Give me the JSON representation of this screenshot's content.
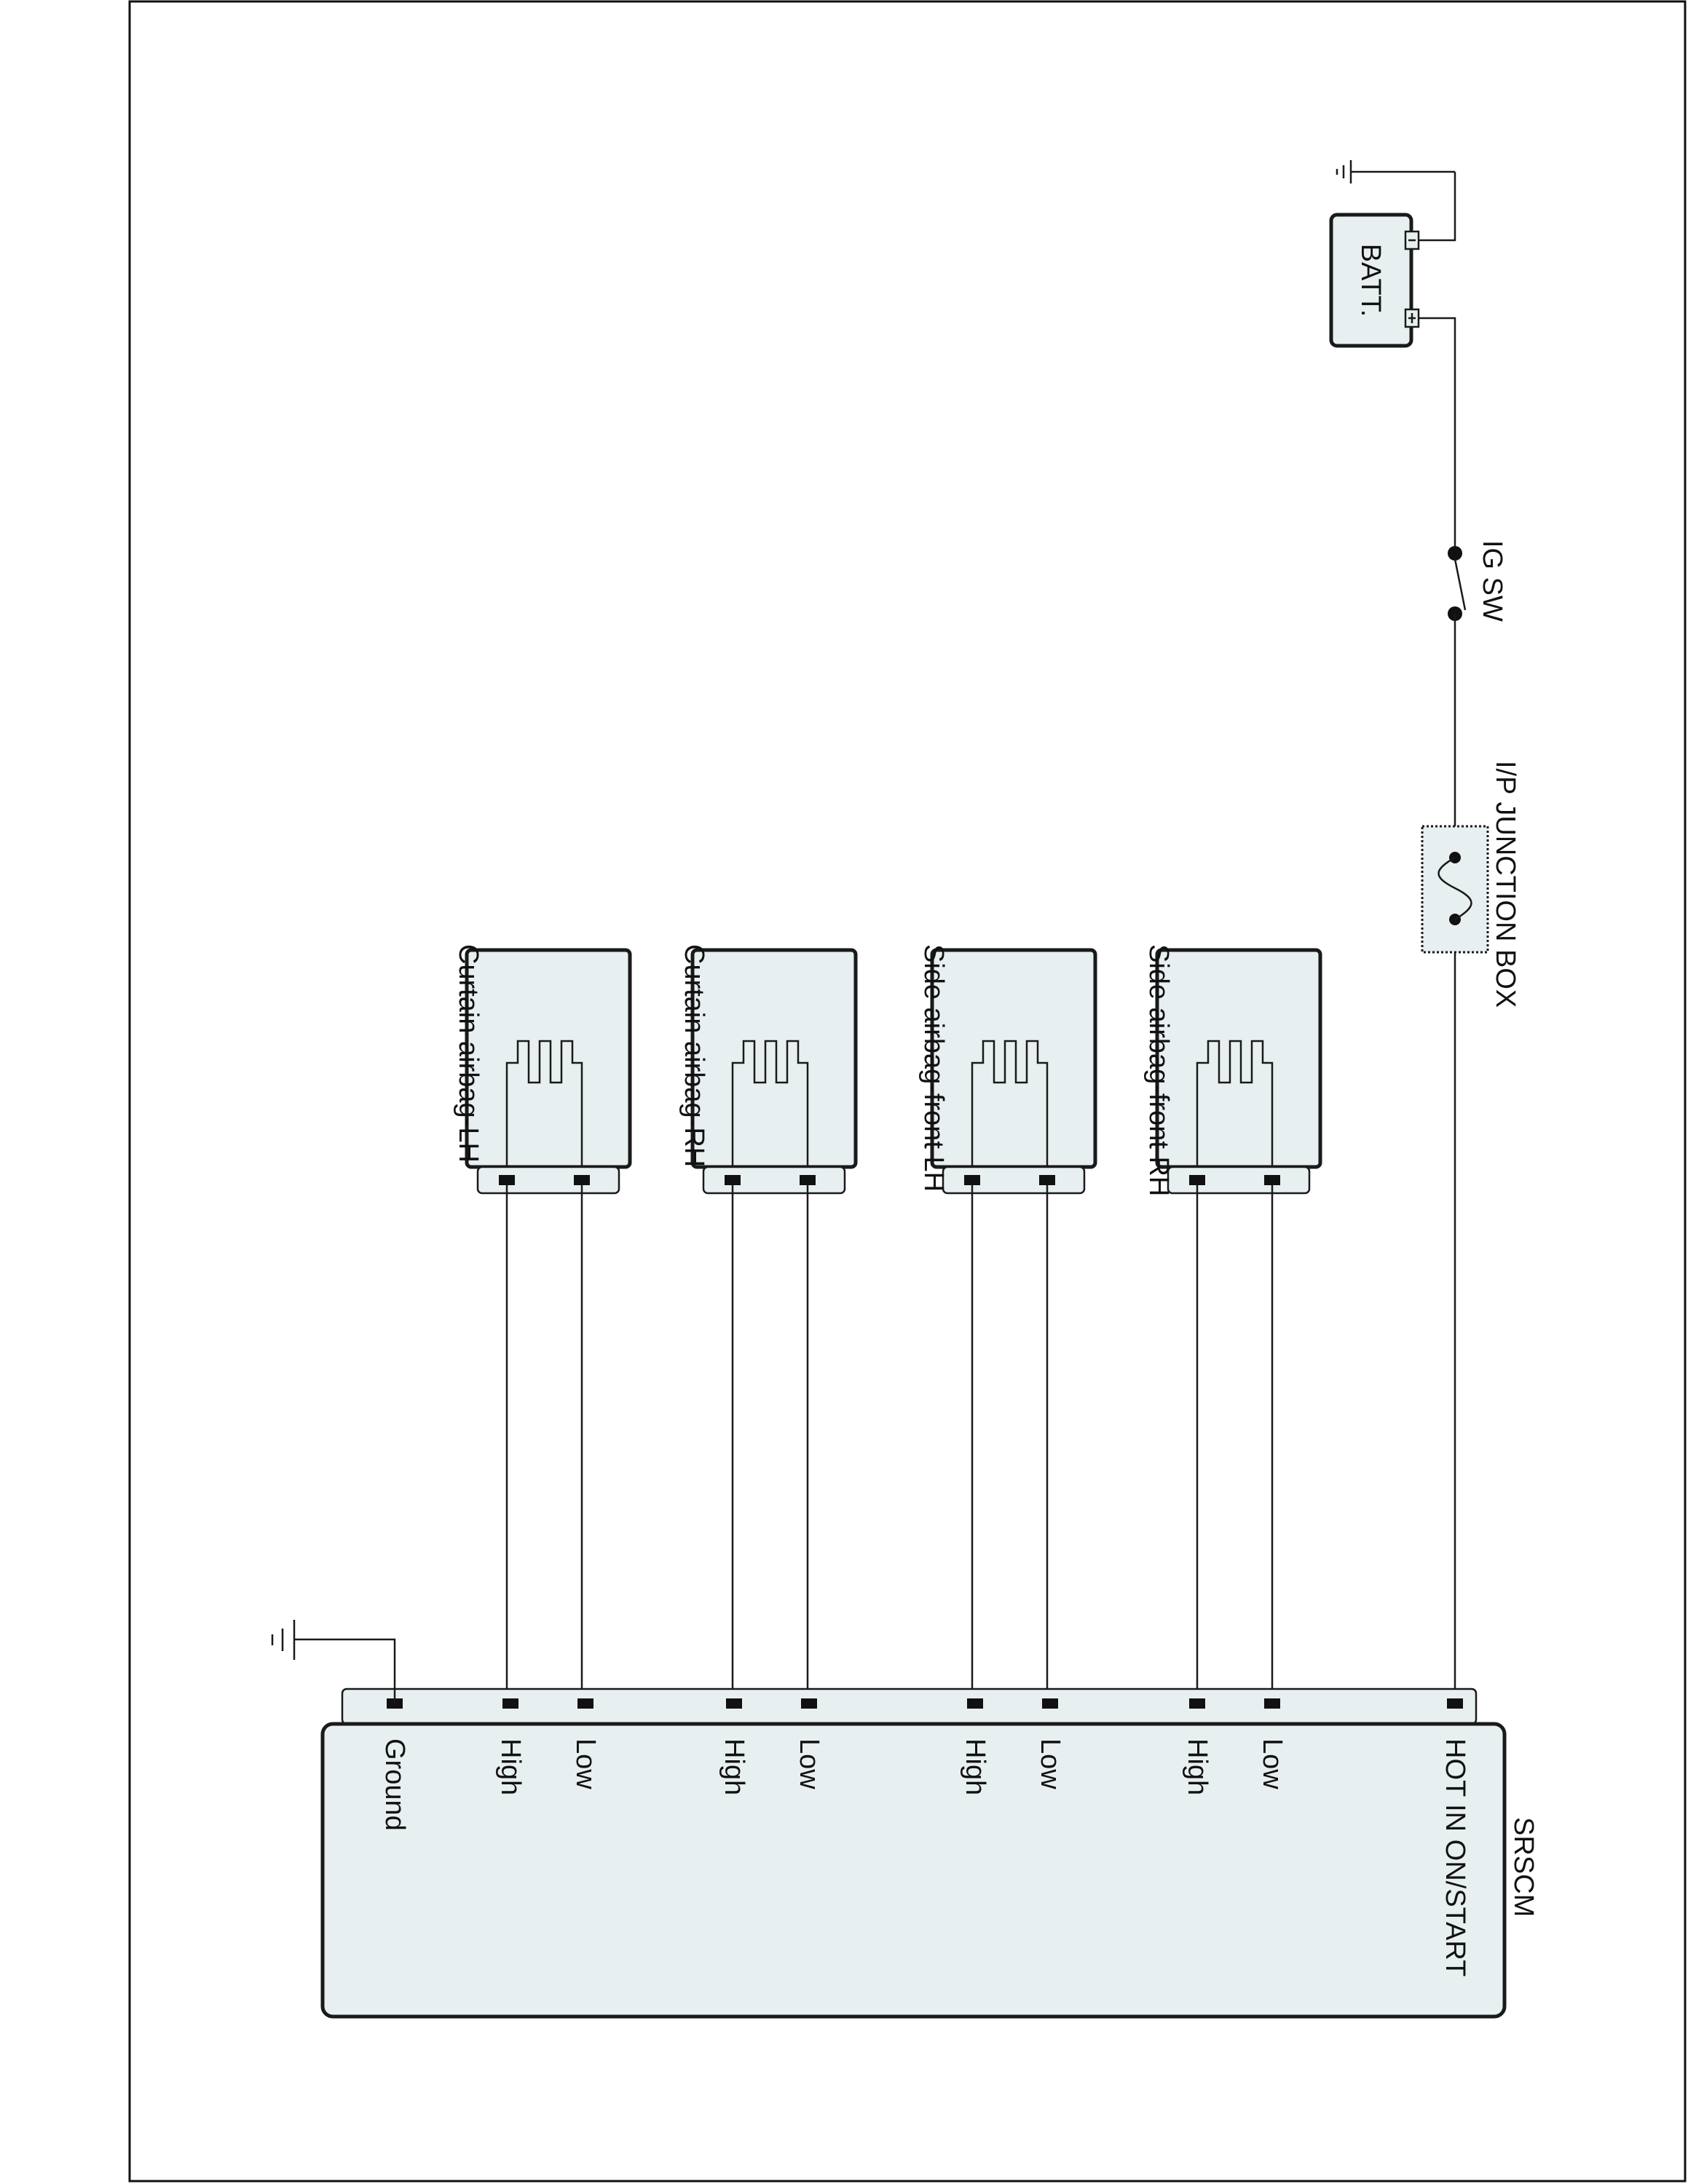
{
  "diagram": {
    "battery_label": "BATT.",
    "ig_switch_label": "IG SW",
    "junction_box_label": "I/P JUNCTION BOX",
    "module": {
      "name": "SRSCM",
      "pins": [
        "HOT IN ON/START",
        "Low",
        "High",
        "Low",
        "High",
        "Low",
        "High",
        "Low",
        "High",
        "Ground"
      ]
    },
    "airbags": [
      {
        "label": "Side airbag-front RH"
      },
      {
        "label": "Side airbag-front LH"
      },
      {
        "label": "Curtain airbag-RH"
      },
      {
        "label": "Curtain airbag-LH"
      }
    ]
  },
  "colors": {
    "fill": "#e8eff0",
    "line": "#1a1a1a"
  }
}
